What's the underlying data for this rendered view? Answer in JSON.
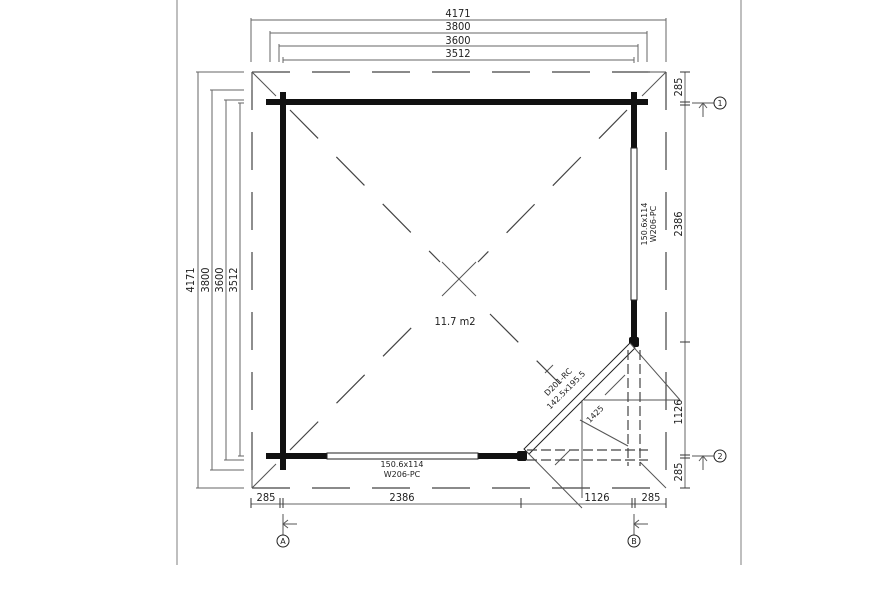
{
  "drawing": {
    "area_label": "11.7 m2",
    "top_dimensions": [
      "4171",
      "3800",
      "3600",
      "3512"
    ],
    "left_dimensions": [
      "4171",
      "3800",
      "3600",
      "3512"
    ],
    "right_dimensions": [
      "285",
      "2386",
      "1126",
      "285"
    ],
    "bottom_dimensions": [
      "285",
      "2386",
      "1126",
      "285"
    ],
    "right_window": {
      "size": "150.6x114",
      "code": "W206-PC"
    },
    "bottom_window": {
      "size": "150.6x114",
      "code": "W206-PC"
    },
    "door": {
      "code": "D201-RC",
      "size": "142.5x195.5"
    },
    "corner_dimension": "1425",
    "grid_markers": {
      "row_1": "1",
      "row_2": "2",
      "col_a": "A",
      "col_b": "B"
    }
  }
}
